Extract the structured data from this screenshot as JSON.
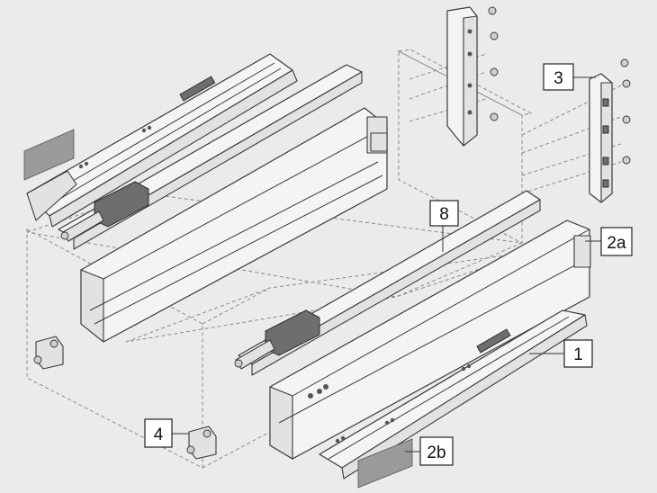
{
  "diagram": {
    "callouts": [
      {
        "id": "c3",
        "label": "3"
      },
      {
        "id": "c8",
        "label": "8"
      },
      {
        "id": "c2a",
        "label": "2a"
      },
      {
        "id": "c1",
        "label": "1"
      },
      {
        "id": "c4",
        "label": "4"
      },
      {
        "id": "c2b",
        "label": "2b"
      }
    ]
  }
}
